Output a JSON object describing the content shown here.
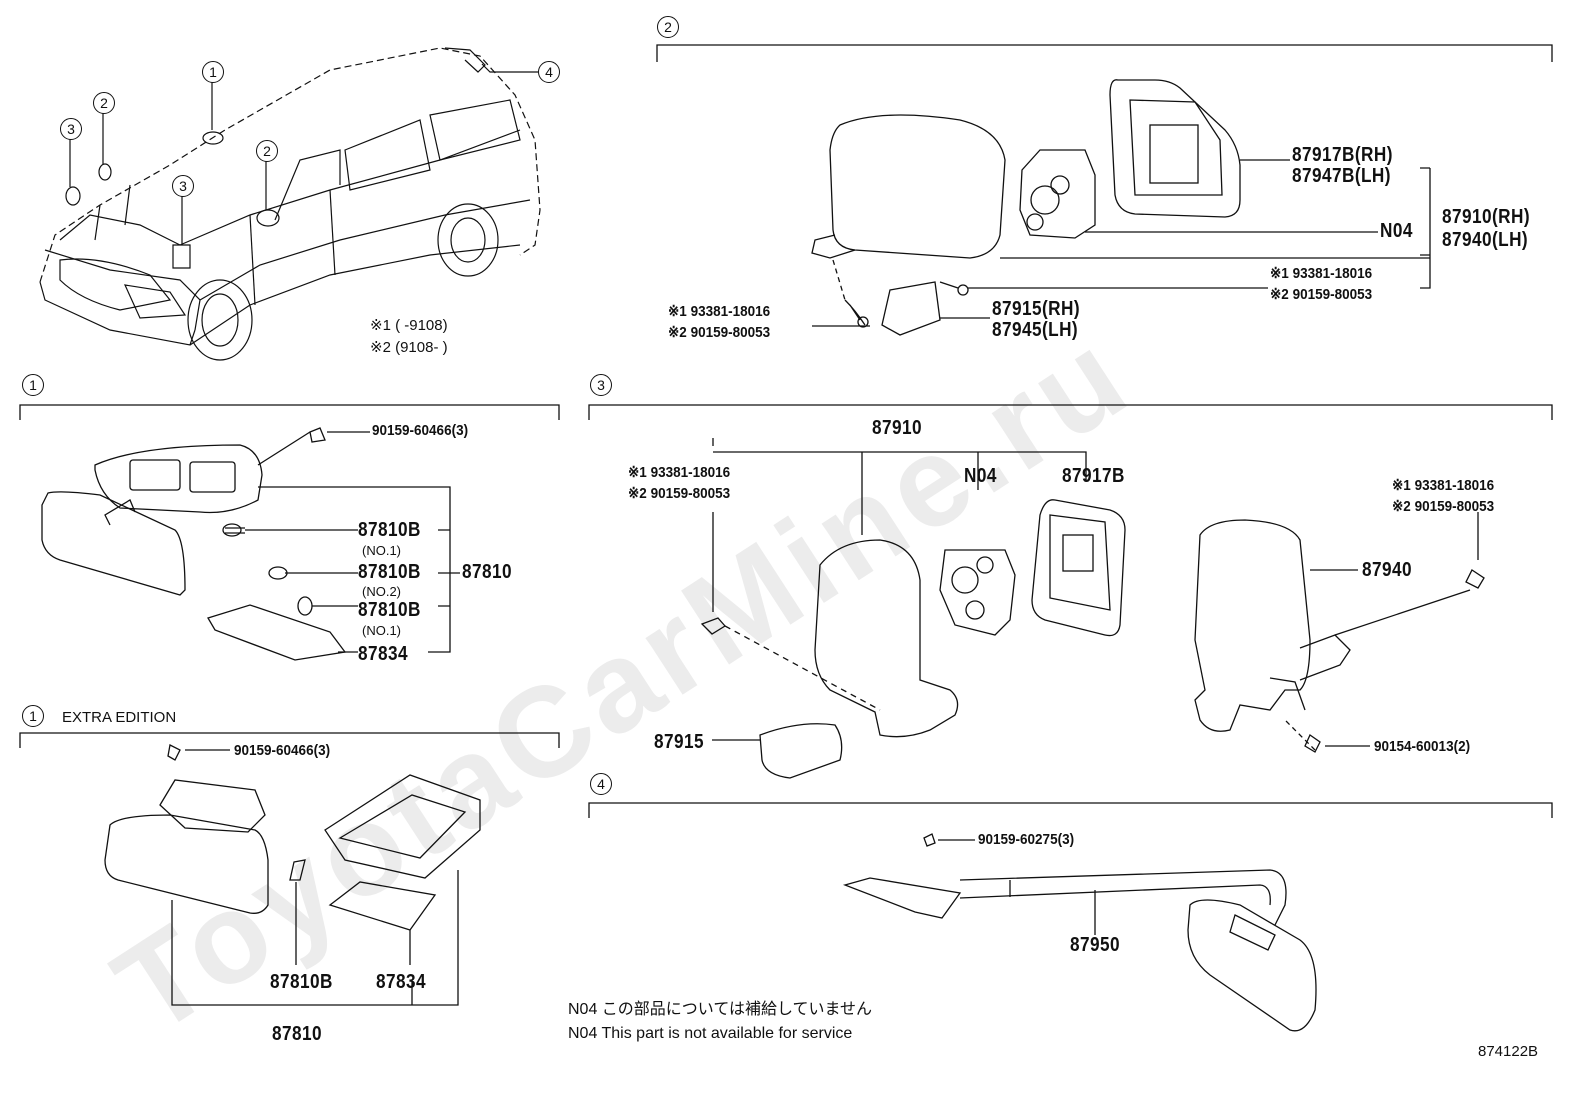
{
  "watermark": "ToyotaCarMine.ru",
  "vehicle": {
    "callouts": [
      "1",
      "2",
      "3",
      "4",
      "2",
      "3"
    ],
    "note1": "※1 (        -9108)",
    "note2": "※2 (9108-        )"
  },
  "section2": {
    "num": "2",
    "p87917b_rh": "87917B(RH)",
    "p87947b_lh": "87947B(LH)",
    "n04": "N04",
    "p87910_rh": "87910(RH)",
    "p87940_lh": "87940(LH)",
    "screw_a1": "※1 93381-18016",
    "screw_a2": "※2 90159-80053",
    "screw_b1": "※1 93381-18016",
    "screw_b2": "※2 90159-80053",
    "p87915_rh": "87915(RH)",
    "p87945_lh": "87945(LH)"
  },
  "section1": {
    "num": "1",
    "screw": "90159-60466(3)",
    "bulb1": "87810B",
    "bulb1_sub": "(NO.1)",
    "bulb2": "87810B",
    "bulb2_sub": "(NO.2)",
    "bulb3": "87810B",
    "bulb3_sub": "(NO.1)",
    "lens": "87834",
    "assy": "87810"
  },
  "section1e": {
    "num": "1",
    "title": "EXTRA EDITION",
    "screw": "90159-60466(3)",
    "bulb": "87810B",
    "lens": "87834",
    "assy": "87810"
  },
  "section3": {
    "num": "3",
    "assy": "87910",
    "n04": "N04",
    "glass": "87917B",
    "screw_l1": "※1 93381-18016",
    "screw_l2": "※2 90159-80053",
    "screw_r1": "※1 93381-18016",
    "screw_r2": "※2 90159-80053",
    "cover": "87915",
    "mirror_lh": "87940",
    "bolt": "90154-60013(2)"
  },
  "section4": {
    "num": "4",
    "screw": "90159-60275(3)",
    "mirror": "87950"
  },
  "footnote_jp": "N04 この部品については補給していません",
  "footnote_en": "N04 This part is not available for service",
  "figure_id": "874122B"
}
